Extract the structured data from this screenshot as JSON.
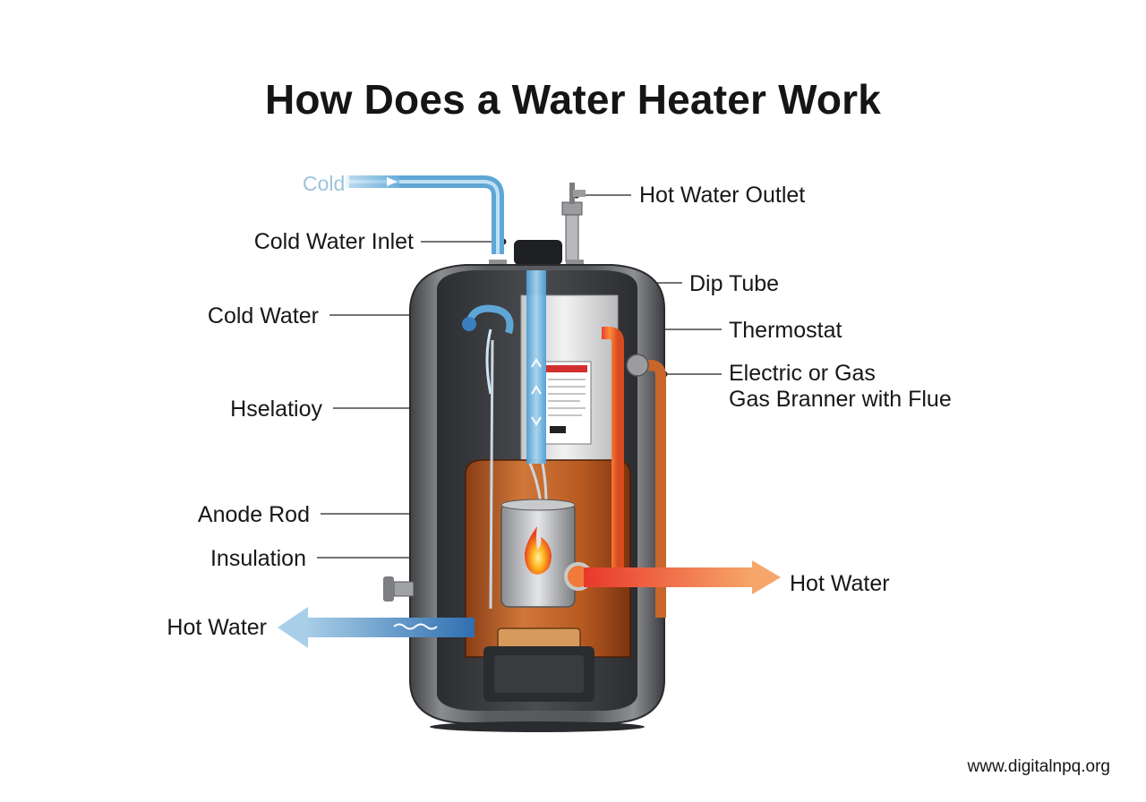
{
  "title": "How Does a Water Heater Work",
  "labels": {
    "cold": "Cold",
    "hot_water_outlet": "Hot Water Outlet",
    "cold_water_inlet": "Cold Water Inlet",
    "dip_tube": "Dip Tube",
    "cold_water": "Cold Water",
    "thermostat": "Thermostat",
    "electric_gas_line1": "Electric or Gas",
    "electric_gas_line2": "Gas Branner with Flue",
    "hselatioy": "Hselatioy",
    "anode_rod": "Anode Rod",
    "insulation": "Insulation",
    "hot_water_right": "Hot Water",
    "hot_water_left": "Hot Water"
  },
  "footer": "www.digitalnpq.org",
  "colors": {
    "cold_pipe": "#5ea6d6",
    "hot_pipe": "#e8602c",
    "copper_pipe": "#c8662c",
    "tank_shell": "#5b5d62",
    "tank_interior": "#c2692e",
    "flame": "#f59a1c"
  }
}
